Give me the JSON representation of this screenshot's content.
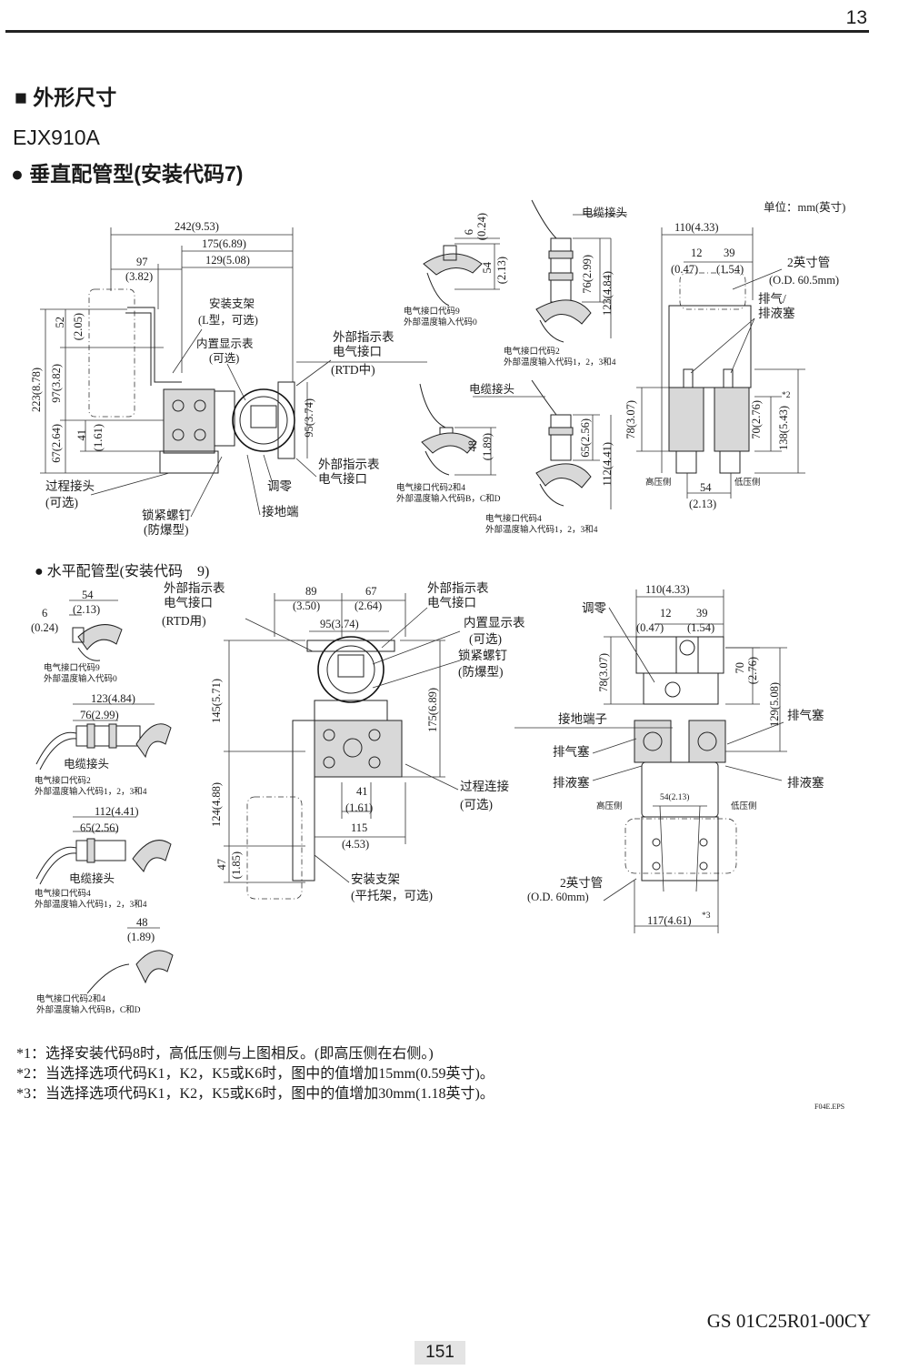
{
  "header": {
    "page_number": "13"
  },
  "section": {
    "title": "■ 外形尺寸",
    "model": "EJX910A",
    "vertical_title": "● 垂直配管型(安装代码7)",
    "horizontal_title": "● 水平配管型(安装代码　9)"
  },
  "units": "单位：mm(英寸)",
  "vertical": {
    "dim_242": "242(9.53)",
    "dim_175": "175(6.89)",
    "dim_129": "129(5.08)",
    "dim_97": "97",
    "dim_97b": "(3.82)",
    "bracket": "安装支架",
    "bracket_type": "(L型，可选)",
    "indicator": "内置显示表",
    "indicator_opt": "(可选)",
    "ext_indicator_1": "外部指示表",
    "elec_conn_1": "电气接口",
    "rtd_mid": "(RTD中)",
    "ext_indicator_2": "外部指示表",
    "elec_conn_2": "电气接口",
    "dim_95": "95(3.74)",
    "dim_223": "223(8.78)",
    "dim_52": "52",
    "dim_205": "(2.05)",
    "dim_97v": "97(3.82)",
    "dim_67": "67(2.64)",
    "dim_41": "41",
    "dim_161": "(1.61)",
    "zero": "调零",
    "process_conn": "过程接头",
    "process_opt": "(可选)",
    "lock_screw": "锁紧螺钉",
    "lock_type": "(防爆型)",
    "ground": "接地端",
    "dim_6": "6",
    "dim_024": "(0.24)",
    "dim_54": "54",
    "dim_213": "(2.13)",
    "code9": "电气接口代码9",
    "code9_sub": "外部温度输入代码0",
    "cable_1": "电缆接头",
    "dim_76": "76(2.99)",
    "dim_123": "123(4.84)",
    "code2": "电气接口代码2",
    "code2_sub": "外部温度输入代码1，2，3和4",
    "cable_2": "电缆接头",
    "dim_48": "48",
    "dim_189": "(1.89)",
    "code24": "电气接口代码2和4",
    "code24_sub": "外部温度输入代码B，C和D",
    "dim_65": "65(2.56)",
    "dim_112": "112(4.41)",
    "code4": "电气接口代码4",
    "code4_sub": "外部温度输入代码1，2，3和4",
    "side_110": "110(4.33)",
    "side_12": "12",
    "side_047": "(0.47)",
    "side_39": "39",
    "side_154": "(1.54)",
    "pipe": "2英寸管",
    "pipe_od": "(O.D. 60.5mm)",
    "vent": "排气/",
    "drain": "排液塞",
    "side_78": "78(3.07)",
    "side_70": "70(2.76)",
    "side_138": "138(5.43)",
    "note2": "*2",
    "high": "高压侧",
    "low": "低压侧",
    "side_54": "54",
    "side_213": "(2.13)"
  },
  "horizontal": {
    "code9": "电气接口代码9",
    "code9_sub": "外部温度输入代码0",
    "dim_54": "54",
    "dim_213": "(2.13)",
    "dim_6": "6",
    "dim_024": "(0.24)",
    "dim_123": "123(4.84)",
    "dim_76": "76(2.99)",
    "cable_1": "电缆接头",
    "code2": "电气接口代码2",
    "code2_sub": "外部温度输入代码1，2，3和4",
    "dim_112": "112(4.41)",
    "dim_65": "65(2.56)",
    "cable_2": "电缆接头",
    "code4": "电气接口代码4",
    "code4_sub": "外部温度输入代码1，2，3和4",
    "dim_48": "48",
    "dim_189": "(1.89)",
    "code24": "电气接口代码2和4",
    "code24_sub": "外部温度输入代码B，C和D",
    "ext_indicator_1": "外部指示表",
    "elec_conn_1": "电气接口",
    "rtd": "(RTD用)",
    "dim_89": "89",
    "dim_350": "(3.50)",
    "dim_67": "67",
    "dim_264": "(2.64)",
    "dim_95": "95(3.74)",
    "ext_indicator_2": "外部指示表",
    "elec_conn_2": "电气接口",
    "indicator": "内置显示表",
    "indicator_opt": "(可选)",
    "lock_screw": "锁紧螺钉",
    "lock_type": "(防爆型)",
    "dim_145": "145(5.71)",
    "dim_175": "175(6.89)",
    "dim_124": "124(4.88)",
    "dim_47": "47",
    "dim_185": "(1.85)",
    "dim_41": "41",
    "dim_161": "(1.61)",
    "dim_115": "115",
    "dim_453": "(4.53)",
    "process_conn": "过程连接",
    "process_opt": "(可选)",
    "bracket": "安装支架",
    "bracket_type": "(平托架，可选)",
    "side_110": "110(4.33)",
    "zero": "调零",
    "side_12": "12",
    "side_047": "(0.47)",
    "side_39": "39",
    "side_154": "(1.54)",
    "side_78": "78(3.07)",
    "side_70": "70",
    "side_276": "(2.76)",
    "side_129": "129(5.08)",
    "ground": "接地端子",
    "vent_1": "排气塞",
    "vent_2": "排气塞",
    "drain_1": "排液塞",
    "drain_2": "排液塞",
    "high": "高压侧",
    "low": "低压侧",
    "side_54": "54(2.13)",
    "pipe": "2英寸管",
    "pipe_od": "(O.D. 60mm)",
    "side_117": "117(4.61)",
    "note3": "*3"
  },
  "notes": [
    "*1：选择安装代码8时，高低压侧与上图相反。(即高压侧在右侧。)",
    "*2：当选择选项代码K1，K2，K5或K6时，图中的值增加15mm(0.59英寸)。",
    "*3：当选择选项代码K1，K2，K5或K6时，图中的值增加30mm(1.18英寸)。"
  ],
  "file_ref": "F04E.EPS",
  "footer": {
    "doc_code": "GS 01C25R01-00CY",
    "page": "151"
  }
}
